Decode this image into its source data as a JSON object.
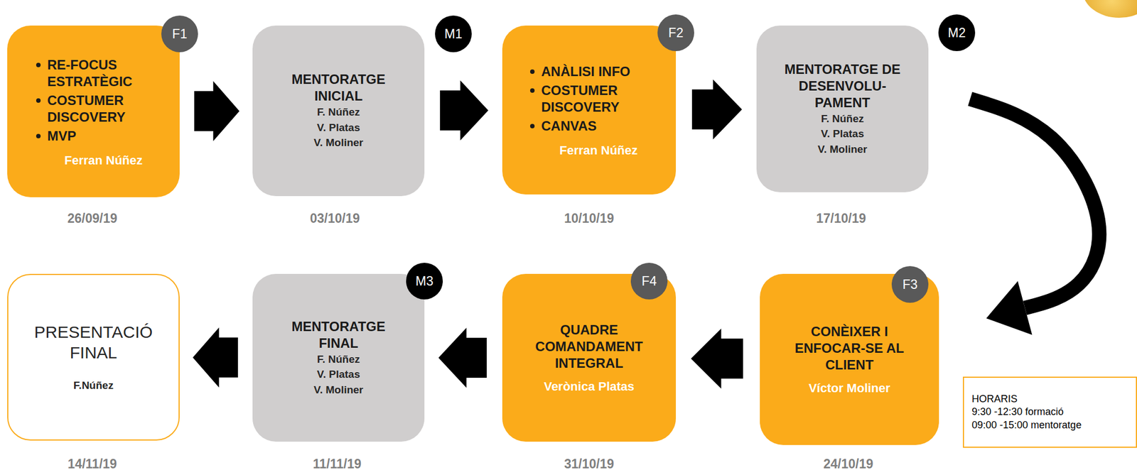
{
  "diagram": {
    "nodes": [
      {
        "text": [
          "RE-FOCUS ESTRATÈGIC",
          "COSTUMER DISCOVERY",
          "MVP",
          "Ferran Núñez"
        ]
      },
      {
        "text": [
          "F1"
        ]
      },
      {
        "text": [
          "MENTORATGE INICIAL",
          "F. Núñez",
          "V. Platas",
          "V. Moliner"
        ]
      },
      {
        "text": [
          "M1"
        ]
      },
      {
        "text": [
          "ANÀLISI INFO",
          "COSTUMER DISCOVERY",
          "CANVAS",
          "Ferran Núñez"
        ]
      },
      {
        "text": [
          "F2"
        ]
      },
      {
        "text": [
          "MENTORATGE DE DESENVOLU- PAMENT",
          "F. Núñez",
          "V. Platas",
          "V. Moliner"
        ]
      },
      {
        "text": [
          "M2"
        ]
      },
      {
        "text": [
          "CONÈIXER I ENFOCAR-SE AL CLIENT",
          "Víctor Moliner"
        ]
      },
      {
        "text": [
          "F3"
        ]
      },
      {
        "text": [
          "QUADRE COMANDAMENT INTEGRAL",
          "Verònica Platas"
        ]
      },
      {
        "text": [
          "F4"
        ]
      },
      {
        "text": [
          "MENTORATGE FINAL",
          "F. Núñez",
          "V. Platas",
          "V. Moliner"
        ]
      },
      {
        "text": [
          "M3"
        ]
      },
      {
        "text": [
          "PRESENTACIÓ FINAL",
          "F.Núñez"
        ]
      },
      {
        "text": [
          "HORARIS",
          "9:30 -12:30 formació",
          "09:00 -15:00 mentoratge"
        ]
      }
    ],
    "edges": [
      {
        "from": 0,
        "to": 2,
        "arrow": "to"
      },
      {
        "from": 2,
        "to": 4,
        "arrow": "to"
      },
      {
        "from": 4,
        "to": 6,
        "arrow": "to"
      },
      {
        "from": 6,
        "to": 8,
        "arrow": "to"
      },
      {
        "from": 8,
        "to": 10,
        "arrow": "to"
      },
      {
        "from": 10,
        "to": 12,
        "arrow": "to"
      },
      {
        "from": 12,
        "to": 14,
        "arrow": "to"
      }
    ],
    "labels": [
      "26/09/19",
      "03/10/19",
      "10/10/19",
      "17/10/19",
      "24/10/19",
      "31/10/19",
      "11/11/19",
      "14/11/19"
    ]
  }
}
